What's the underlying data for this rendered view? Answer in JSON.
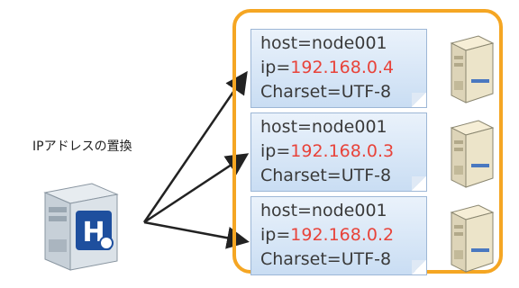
{
  "caption": "IPアドレスの置換",
  "nodes": [
    {
      "host": "host=node001",
      "ip_prefix": "ip=",
      "ip": "192.168.0.4",
      "charset": "Charset=UTF-8"
    },
    {
      "host": "host=node001",
      "ip_prefix": "ip=",
      "ip": "192.168.0.3",
      "charset": "Charset=UTF-8"
    },
    {
      "host": "host=node001",
      "ip_prefix": "ip=",
      "ip": "192.168.0.2",
      "charset": "Charset=UTF-8"
    }
  ],
  "colors": {
    "frame": "#f5a623",
    "ip": "#e8433a",
    "note": "#c9ddf3"
  }
}
